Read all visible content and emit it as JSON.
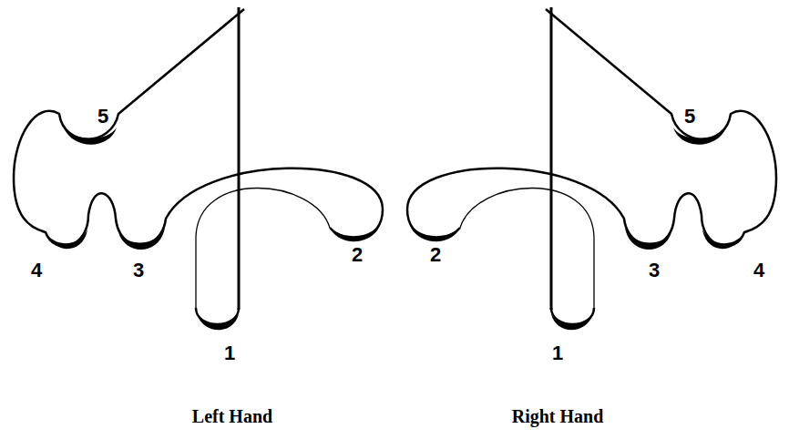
{
  "diagram": {
    "labels": [
      "5",
      "4",
      "3",
      "2",
      "1",
      "Left Hand",
      "5",
      "4",
      "3",
      "2",
      "1",
      "Right Hand"
    ]
  }
}
